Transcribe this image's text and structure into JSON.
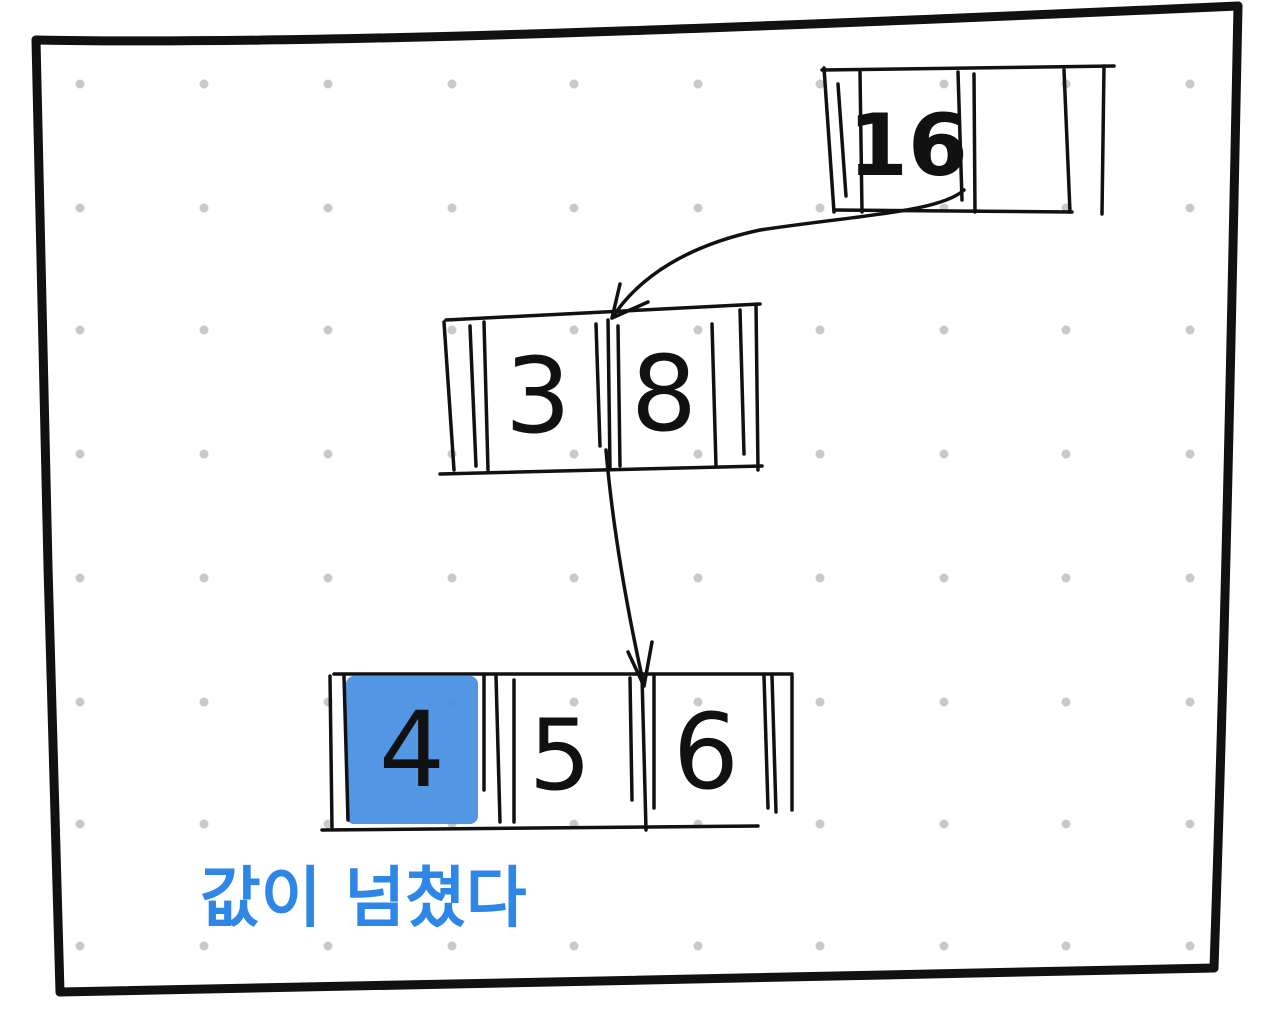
{
  "diagram": {
    "root_node": {
      "keys": [
        "16",
        ""
      ]
    },
    "middle_node": {
      "keys": [
        "3",
        "8"
      ]
    },
    "leaf_node": {
      "keys": [
        "4",
        "5",
        "6"
      ],
      "highlighted_key_index": 0
    },
    "note": "값이 넘쳤다",
    "colors": {
      "ink": "#111111",
      "highlight": "#4a90e2",
      "note": "#2e86e6",
      "grid_dot": "#c9c9c9"
    }
  }
}
